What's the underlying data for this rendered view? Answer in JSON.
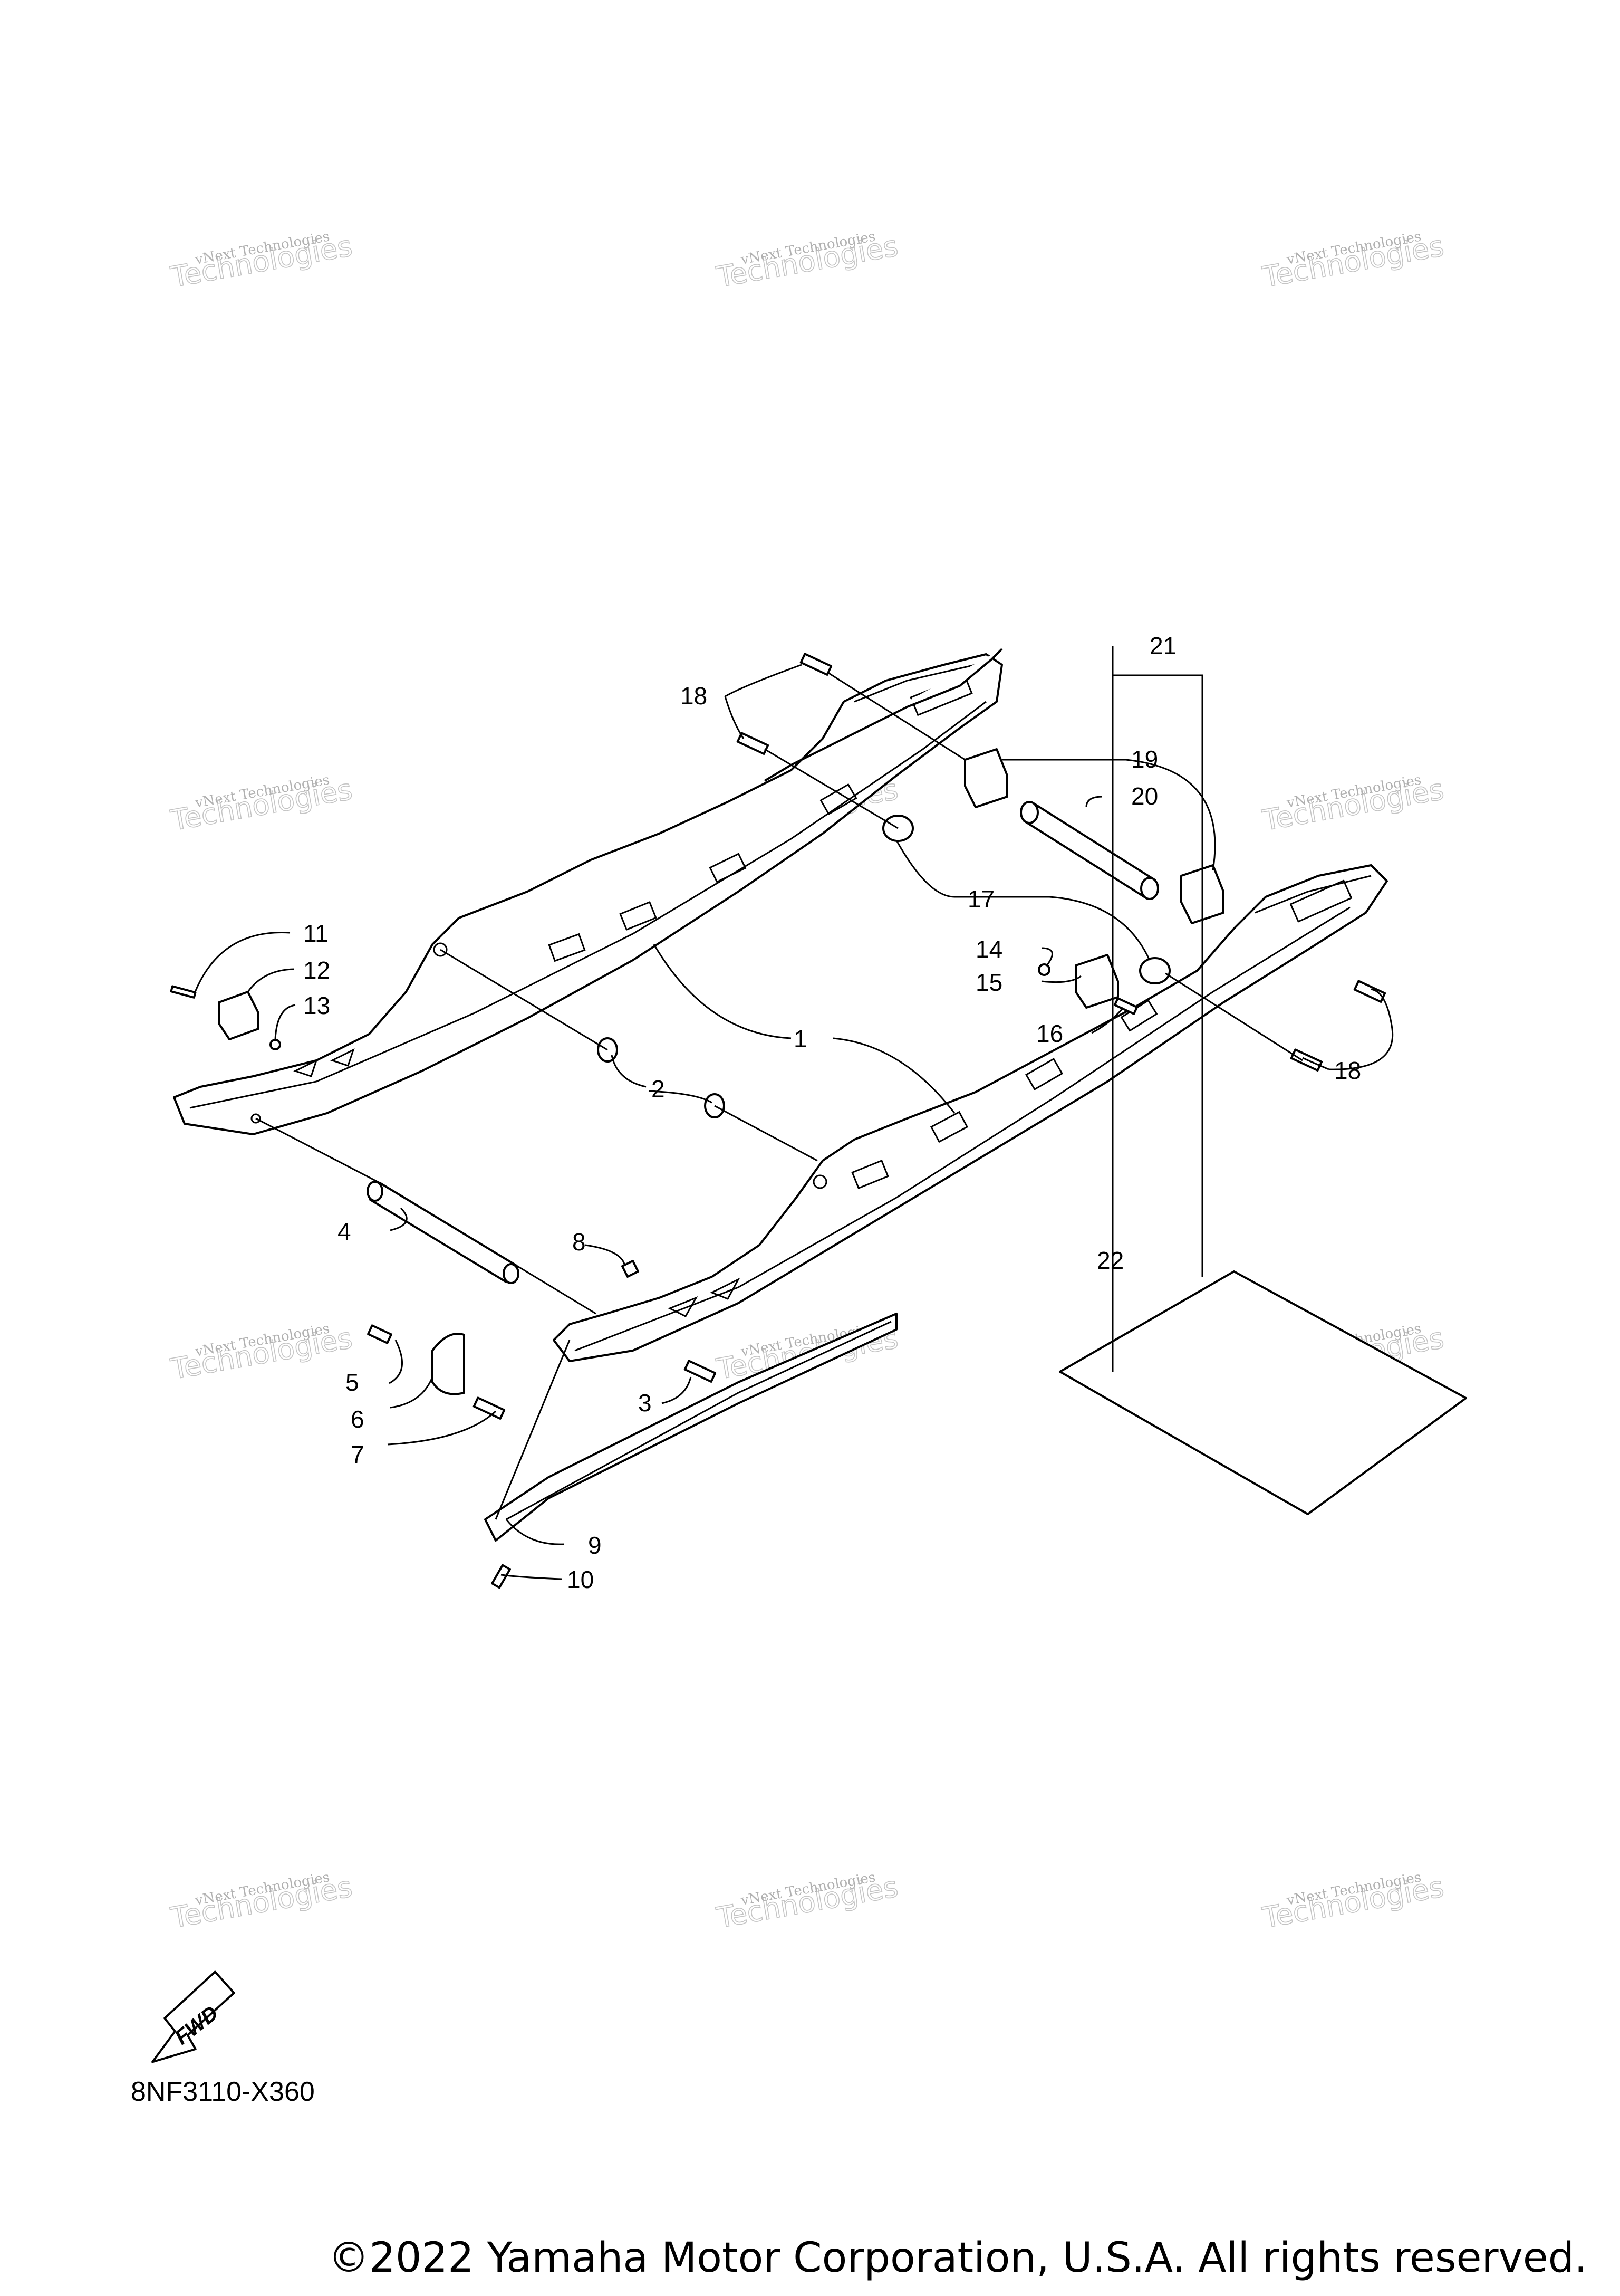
{
  "diagram": {
    "drawing_code": "8NF3110-X360",
    "copyright": "©2022 Yamaha Motor Corporation, U.S.A. All rights reserved.",
    "fwd_label": "FWD",
    "watermark": {
      "line1": "vNext Technologies",
      "line2": "Technologies"
    },
    "callouts": [
      {
        "number": "1"
      },
      {
        "number": "2"
      },
      {
        "number": "3"
      },
      {
        "number": "4"
      },
      {
        "number": "5"
      },
      {
        "number": "6"
      },
      {
        "number": "7"
      },
      {
        "number": "8"
      },
      {
        "number": "9"
      },
      {
        "number": "10"
      },
      {
        "number": "11"
      },
      {
        "number": "12"
      },
      {
        "number": "13"
      },
      {
        "number": "14"
      },
      {
        "number": "15"
      },
      {
        "number": "16"
      },
      {
        "number": "17"
      },
      {
        "number": "18"
      },
      {
        "number": "18"
      },
      {
        "number": "19"
      },
      {
        "number": "20"
      },
      {
        "number": "21"
      },
      {
        "number": "22"
      }
    ]
  }
}
